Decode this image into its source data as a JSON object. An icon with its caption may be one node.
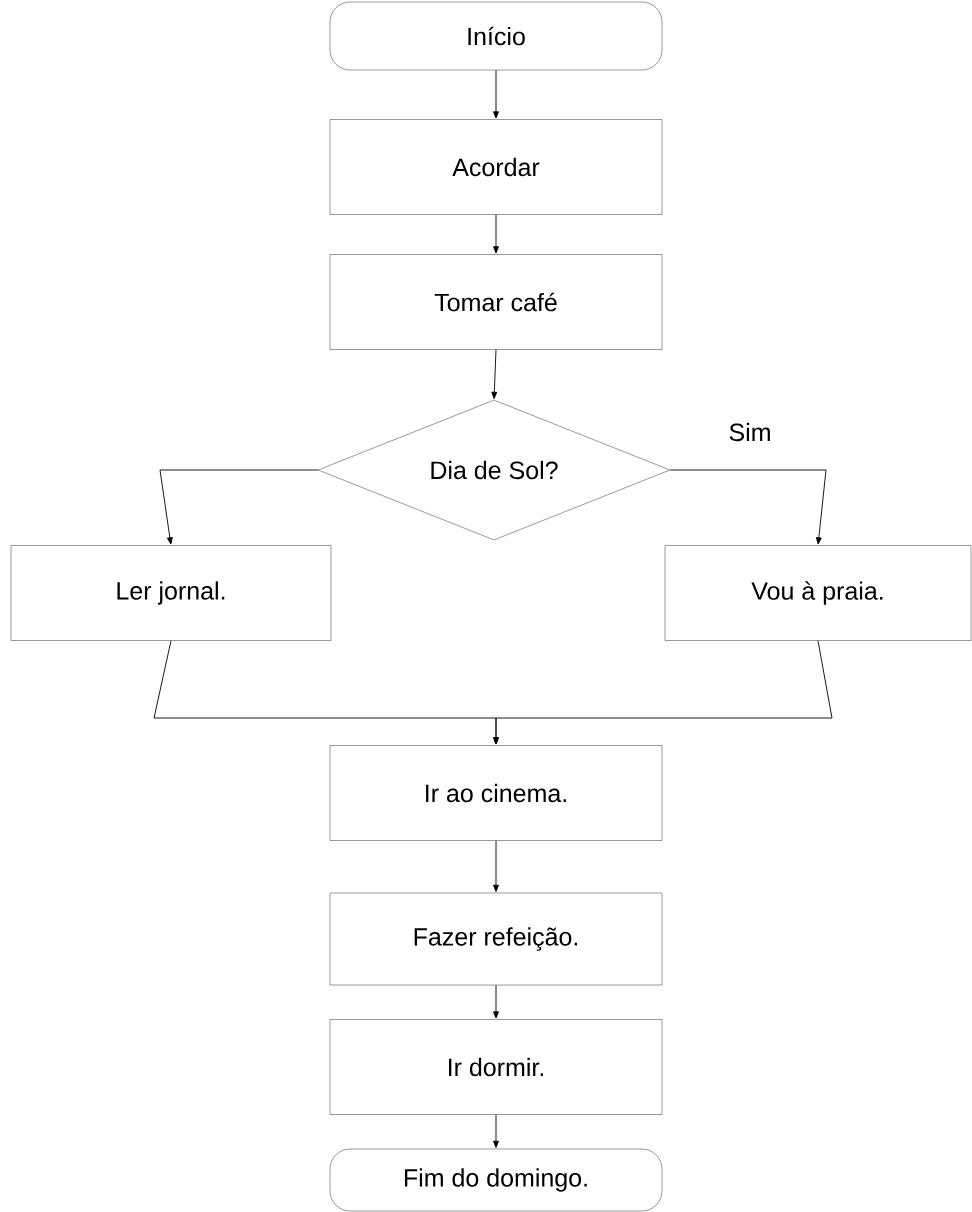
{
  "diagram": {
    "nodes": [
      {
        "text": [
          "Início"
        ]
      },
      {
        "text": [
          "Acordar"
        ]
      },
      {
        "text": [
          "Tomar café"
        ]
      },
      {
        "text": [
          "Dia de Sol?"
        ]
      },
      {
        "text": [
          "Ler jornal."
        ]
      },
      {
        "text": [
          "Vou à praia."
        ]
      },
      {
        "text": [
          "Ir ao cinema."
        ]
      },
      {
        "text": [
          "Fazer refeição."
        ]
      },
      {
        "text": [
          "Ir dormir."
        ]
      },
      {
        "text": [
          "Fim do domingo."
        ]
      }
    ],
    "edges": [
      {
        "from": 0,
        "to": 1,
        "arrow": "to"
      },
      {
        "from": 1,
        "to": 2,
        "arrow": "to"
      },
      {
        "from": 2,
        "to": 3,
        "arrow": "to"
      },
      {
        "from": 3,
        "to": 4,
        "arrow": "to"
      },
      {
        "from": 3,
        "to": 5,
        "arrow": "to",
        "label": "Sim"
      },
      {
        "from": 4,
        "to": 6,
        "arrow": "to"
      },
      {
        "from": 5,
        "to": 6,
        "arrow": "to"
      },
      {
        "from": 6,
        "to": 7,
        "arrow": "to"
      },
      {
        "from": 7,
        "to": 8,
        "arrow": "to"
      },
      {
        "from": 8,
        "to": 9,
        "arrow": "to"
      }
    ]
  }
}
